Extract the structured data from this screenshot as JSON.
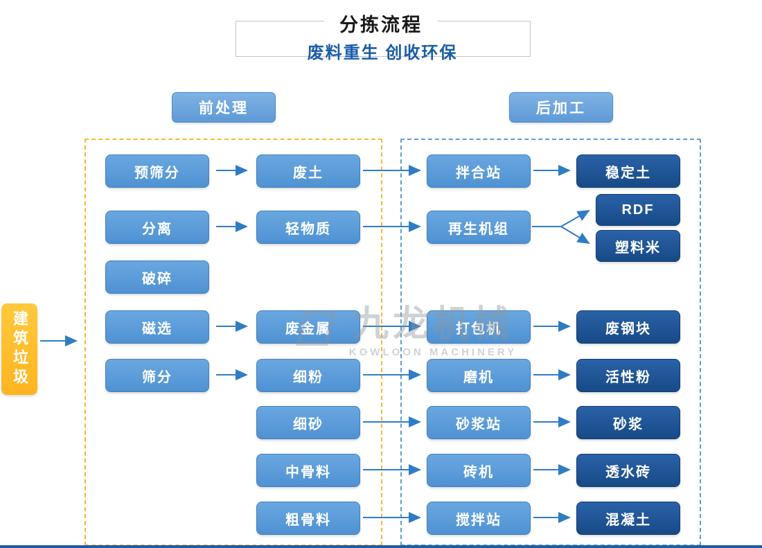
{
  "header": {
    "title": "分拣流程",
    "subtitle": "废料重生 创收环保"
  },
  "sections": {
    "pre": "前处理",
    "post": "后加工"
  },
  "source_label": "建筑垃圾",
  "nodes": {
    "col1": [
      "预筛分",
      "分离",
      "破碎",
      "磁选",
      "筛分"
    ],
    "col2": [
      "废土",
      "轻物质",
      "废金属",
      "细粉",
      "细砂",
      "中骨料",
      "粗骨料"
    ],
    "col3": [
      "拌合站",
      "再生机组",
      "打包机",
      "磨机",
      "砂浆站",
      "砖机",
      "搅拌站"
    ],
    "col4": [
      "稳定土",
      "RDF",
      "塑料米",
      "废钢块",
      "活性粉",
      "砂浆",
      "透水砖",
      "混凝土"
    ]
  },
  "edges": [
    [
      "建筑垃圾",
      "前处理"
    ],
    [
      "预筛分",
      "废土"
    ],
    [
      "废土",
      "拌合站"
    ],
    [
      "拌合站",
      "稳定土"
    ],
    [
      "分离",
      "轻物质"
    ],
    [
      "轻物质",
      "再生机组"
    ],
    [
      "再生机组",
      "RDF"
    ],
    [
      "再生机组",
      "塑料米"
    ],
    [
      "磁选",
      "废金属"
    ],
    [
      "废金属",
      "打包机"
    ],
    [
      "打包机",
      "废钢块"
    ],
    [
      "筛分",
      "细粉"
    ],
    [
      "细粉",
      "磨机"
    ],
    [
      "磨机",
      "活性粉"
    ],
    [
      "细砂",
      "砂浆站"
    ],
    [
      "砂浆站",
      "砂浆"
    ],
    [
      "中骨料",
      "砖机"
    ],
    [
      "砖机",
      "透水砖"
    ],
    [
      "粗骨料",
      "搅拌站"
    ],
    [
      "搅拌站",
      "混凝土"
    ]
  ],
  "watermark": {
    "name": "九龙机械",
    "subtitle": "KOWLOON MACHINERY"
  },
  "colors": {
    "node_blue": "#5a9bd8",
    "node_dark_blue": "#1b4f8f",
    "section_blue": "#6ca6de",
    "source_orange": "#ffc02e",
    "dashed_orange": "#f5b82e",
    "dashed_blue": "#5b9bd5",
    "arrow_blue": "#2f7cc4",
    "subtitle_blue": "#1a5ca8"
  }
}
